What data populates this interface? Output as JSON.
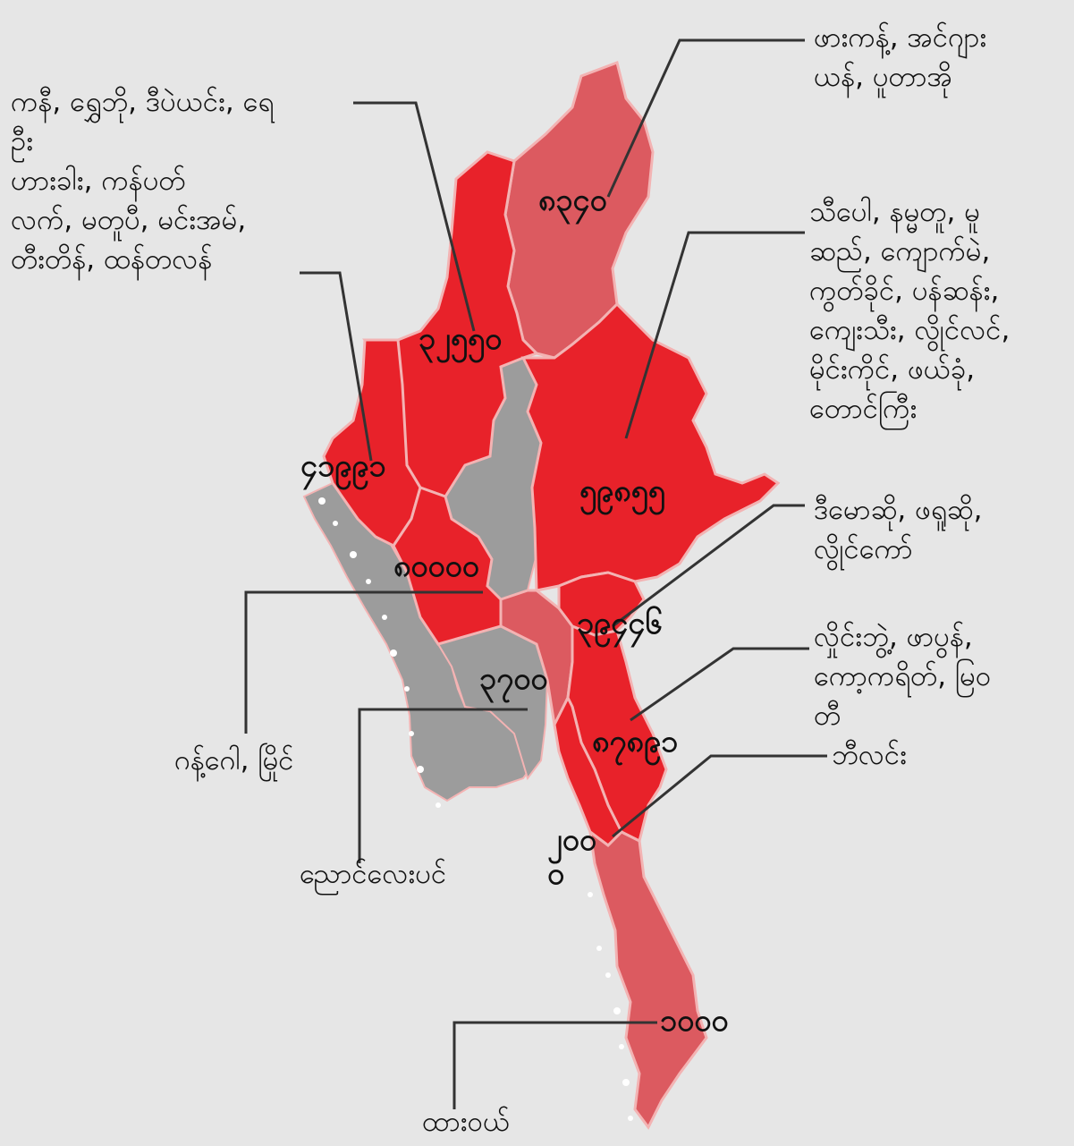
{
  "map": {
    "colors": {
      "background": "#e6e6e6",
      "high": "#e8222a",
      "medium": "#d9434a",
      "light": "#dc5a60",
      "gray": "#9c9c9c",
      "border": "#f3b3b3"
    },
    "regions": [
      {
        "key": "kachin",
        "value": "၈၃၄၀",
        "level": "light",
        "townships": [
          "ဖားကန့်, အင်ဂျား",
          "ယန်, ပူတာအို"
        ]
      },
      {
        "key": "sagaing",
        "value": "၃၂၅၅၀",
        "level": "high",
        "townships": [
          "ကနီ, ရွှေဘို, ဒီပဲယင်း, ရေ",
          "ဦး",
          "ဟားခါး, ကန်ပတ်",
          "လက်, မတူပီ, မင်းအမ်,",
          "တီးတိန်, ထန်တလန်"
        ]
      },
      {
        "key": "chin",
        "value": "၄၁၉၉၁",
        "level": "high",
        "townships": []
      },
      {
        "key": "shan",
        "value": "၅၉၈၅၅",
        "level": "high",
        "townships": [
          "သီပေါ, နမ္မတူ, မူ",
          "ဆည်, ကျောက်မဲ,",
          "ကွတ်ခိုင်, ပန်ဆန်း,",
          "ကျေးသီး, လွိုင်လင်,",
          "မိုင်းကိုင်, ဖယ်ခုံ,",
          "တောင်ကြီး"
        ]
      },
      {
        "key": "magway",
        "value": "၈၀၀၀၀",
        "level": "high",
        "townships": [
          "ဂန့်ဂေါ, မြိုင်"
        ]
      },
      {
        "key": "kayah",
        "value": "၃၉၄၄၆",
        "level": "high",
        "townships": [
          "ဒီမောဆို, ဖရူဆို,",
          "လွိုင်ကော်"
        ]
      },
      {
        "key": "bago",
        "value": "၃၇၀၀",
        "level": "light",
        "townships": [
          "ညောင်လေးပင်"
        ]
      },
      {
        "key": "kayin",
        "value": "၈၇၈၉၁",
        "level": "high",
        "townships": [
          "လှိုင်းဘွဲ့, ဖာပွန်,",
          "ကော့ကရိတ်, မြဝ",
          "တီ"
        ]
      },
      {
        "key": "mon",
        "value": "၂၀၀၀",
        "level": "high",
        "townships": [
          "ဘီလင်း"
        ]
      },
      {
        "key": "tanintharyi",
        "value": "၁၀၀၀",
        "level": "light",
        "townships": [
          "ထားဝယ်"
        ]
      }
    ]
  }
}
